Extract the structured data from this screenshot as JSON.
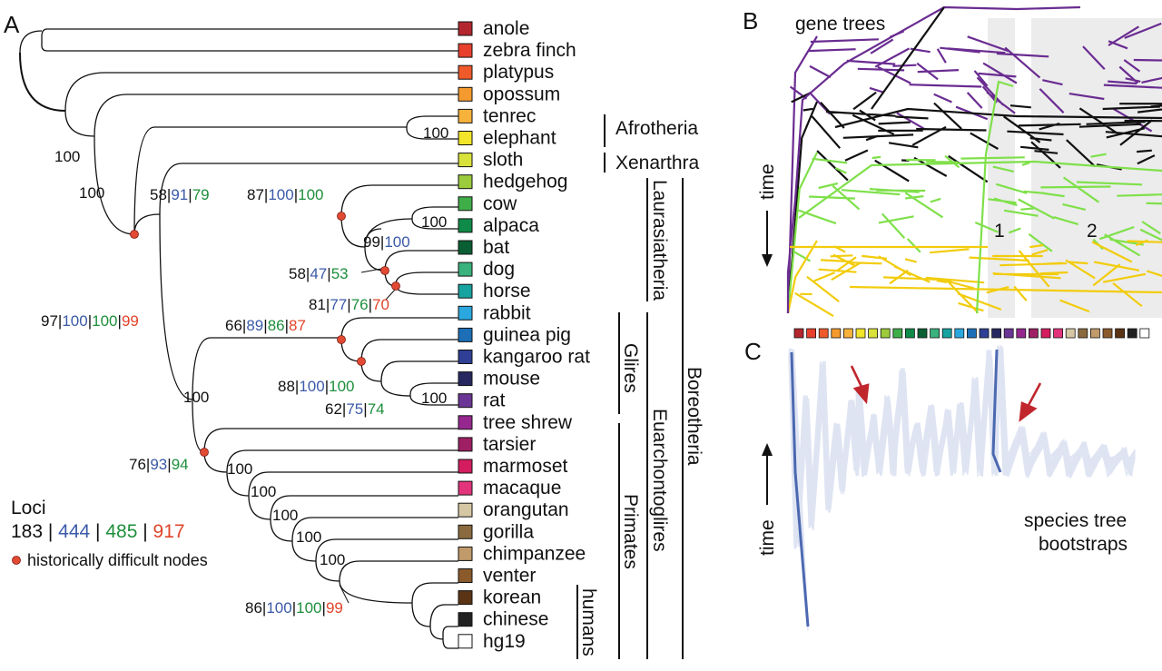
{
  "panels": {
    "a": "A",
    "b": "B",
    "c": "C"
  },
  "colors": {
    "black": "#111111",
    "blue": "#3b5aa8",
    "green": "#1e8f3c",
    "red": "#e0442a",
    "purple": "#6a2c91",
    "lime": "#7fe04a",
    "yellow": "#f2cc0c",
    "cloud": "#4d6bbd",
    "node": "#e24a33",
    "shade": "#ececec"
  },
  "taxa": [
    {
      "name": "anole",
      "color": "#b3262e"
    },
    {
      "name": "zebra finch",
      "color": "#e8402d"
    },
    {
      "name": "platypus",
      "color": "#ef5a2a"
    },
    {
      "name": "opossum",
      "color": "#f59a2e"
    },
    {
      "name": "tenrec",
      "color": "#f7b23b"
    },
    {
      "name": "elephant",
      "color": "#f2e52a"
    },
    {
      "name": "sloth",
      "color": "#d9e23a"
    },
    {
      "name": "hedgehog",
      "color": "#9ccb3c"
    },
    {
      "name": "cow",
      "color": "#3fae49"
    },
    {
      "name": "alpaca",
      "color": "#0f8a48"
    },
    {
      "name": "bat",
      "color": "#0a5e34"
    },
    {
      "name": "dog",
      "color": "#39b27d"
    },
    {
      "name": "horse",
      "color": "#17a3a0"
    },
    {
      "name": "rabbit",
      "color": "#2ba7df"
    },
    {
      "name": "guinea pig",
      "color": "#1c6fb7"
    },
    {
      "name": "kangaroo rat",
      "color": "#2e3f95"
    },
    {
      "name": "mouse",
      "color": "#262660"
    },
    {
      "name": "rat",
      "color": "#6a3594"
    },
    {
      "name": "tree shrew",
      "color": "#96278f"
    },
    {
      "name": "tarsier",
      "color": "#9e1f63"
    },
    {
      "name": "marmoset",
      "color": "#d31d5e"
    },
    {
      "name": "macaque",
      "color": "#e3337b"
    },
    {
      "name": "orangutan",
      "color": "#d6c7a4"
    },
    {
      "name": "gorilla",
      "color": "#8b6a3f"
    },
    {
      "name": "chimpanzee",
      "color": "#c19a6b"
    },
    {
      "name": "venter",
      "color": "#8a5a2b"
    },
    {
      "name": "korean",
      "color": "#5a3414"
    },
    {
      "name": "chinese",
      "color": "#222222"
    },
    {
      "name": "hg19",
      "color": "#ffffff"
    }
  ],
  "clades": {
    "afrotheria": "Afrotheria",
    "xenarthra": "Xenarthra",
    "laurasiatheria": "Laurasiatheria",
    "glires": "Glires",
    "primates": "Primates",
    "humans": "humans",
    "euarchontoglires": "Euarchontoglires",
    "boreotheria": "Boreotheria"
  },
  "support": {
    "s100": "100",
    "n97": [
      "97",
      "100",
      "100",
      "99"
    ],
    "n58top": [
      "58",
      "91",
      "79"
    ],
    "n87": [
      "87",
      "100",
      "100"
    ],
    "n99": [
      "99",
      "100"
    ],
    "n58b": [
      "58",
      "47",
      "53"
    ],
    "n81": [
      "81",
      "77",
      "76",
      "70"
    ],
    "n66": [
      "66",
      "89",
      "86",
      "87"
    ],
    "n88": [
      "88",
      "100",
      "100"
    ],
    "n62": [
      "62",
      "75",
      "74"
    ],
    "n76": [
      "76",
      "93",
      "94"
    ],
    "n86": [
      "86",
      "100",
      "100",
      "99"
    ]
  },
  "sep": "|",
  "legend": {
    "title": "Loci",
    "counts": [
      "183",
      "444",
      "485",
      "917"
    ],
    "sep": " | ",
    "node_note": "historically difficult nodes"
  },
  "panel_b": {
    "title": "gene trees",
    "time": "time",
    "region1": "1",
    "region2": "2"
  },
  "panel_c": {
    "time": "time",
    "line1": "species tree",
    "line2": "bootstraps"
  }
}
